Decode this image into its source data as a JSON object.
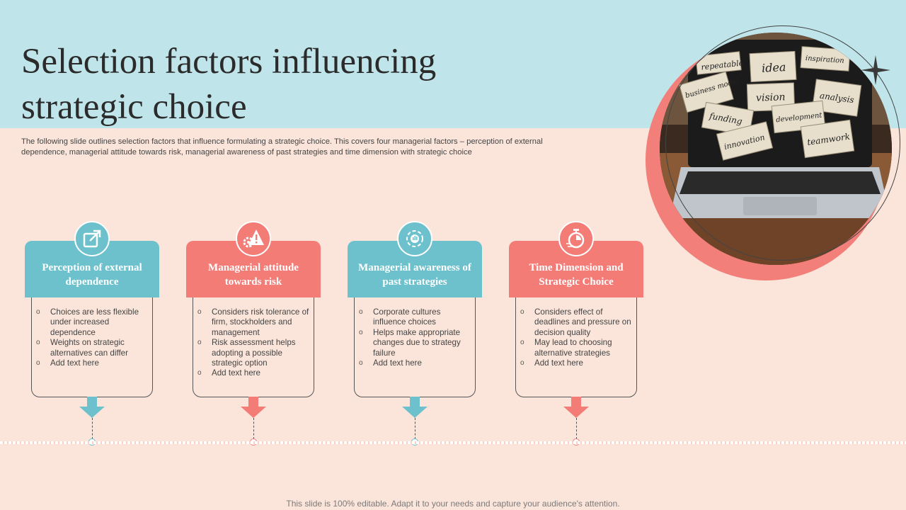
{
  "title": "Selection factors influencing strategic choice",
  "subtitle": "The following slide outlines selection factors that influence formulating a strategic choice. This covers four managerial factors – perception of external dependence, managerial attitude towards risk, managerial awareness of past strategies and time dimension with strategic choice",
  "colors": {
    "teal": "#6cc1cc",
    "coral": "#f47c77",
    "top_band": "#bfe5ea",
    "background": "#fbe5da"
  },
  "photo": {
    "notes": [
      "repeatable",
      "idea",
      "inspiration",
      "business model",
      "vision",
      "analysis",
      "funding",
      "development",
      "innovation",
      "teamwork"
    ]
  },
  "cards": [
    {
      "heading": "Perception of external dependence",
      "icon": "external-link-icon",
      "items": [
        "Choices are less flexible under increased dependence",
        "Weights on strategic alternatives can differ",
        "Add text here"
      ]
    },
    {
      "heading": "Managerial attitude towards risk",
      "icon": "risk-warning-icon",
      "items": [
        "Considers risk tolerance of firm, stockholders and management",
        "Risk assessment helps adopting a possible strategic option",
        "Add text here"
      ]
    },
    {
      "heading": "Managerial awareness of past strategies",
      "icon": "strategy-cycle-icon",
      "items": [
        "Corporate cultures influence choices",
        "Helps make appropriate changes due to strategy failure",
        "Add text here"
      ]
    },
    {
      "heading": "Time Dimension and Strategic Choice",
      "icon": "stopwatch-icon",
      "items": [
        "Considers effect of deadlines and pressure on decision quality",
        "May lead to choosing alternative strategies",
        "Add text here"
      ]
    }
  ],
  "footer": "This slide is 100% editable. Adapt it to your needs and capture your audience's attention."
}
